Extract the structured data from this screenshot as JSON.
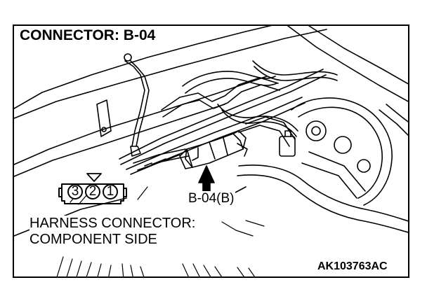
{
  "title": "CONNECTOR: B-04",
  "callout_label": "B-04(B)",
  "harness_caption": {
    "line1": "HARNESS CONNECTOR:",
    "line2": "COMPONENT SIDE"
  },
  "figure_code": "AK103763AC",
  "connector_pins": [
    "3",
    "2",
    "1"
  ],
  "colors": {
    "ink": "#000000",
    "paper": "#ffffff"
  }
}
